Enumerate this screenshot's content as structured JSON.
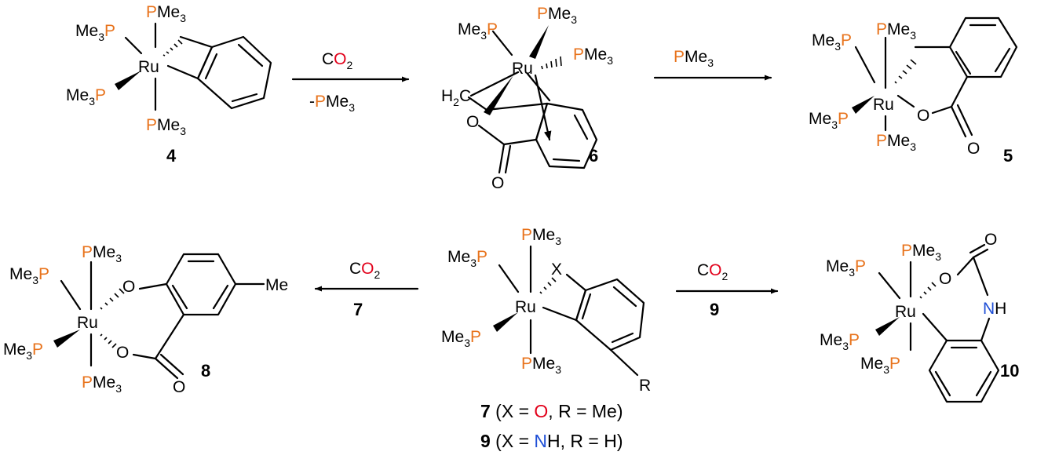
{
  "colors": {
    "phosphorus": "#e8731c",
    "oxygen": "#e2001a",
    "nitrogen": "#1f4fd6",
    "bond": "#000000"
  },
  "labels": {
    "pme3": {
      "P": "P",
      "rest": "Me",
      "sub": "3"
    },
    "me3p": {
      "pre": "Me",
      "sub": "3",
      "P": "P"
    },
    "ru": "Ru",
    "oxygen": "O",
    "nitrogen": "N",
    "h": "H",
    "me": "Me",
    "r": "R",
    "x": "X",
    "ch2": {
      "pre": "H",
      "sub": "2",
      "post": "C"
    }
  },
  "compounds": {
    "c4": {
      "number": "4"
    },
    "c6": {
      "number": "6"
    },
    "c5": {
      "number": "5"
    },
    "c8": {
      "number": "8"
    },
    "c10": {
      "number": "10"
    },
    "c7": {
      "number": "7",
      "open": " (X = ",
      "x": "O",
      "mid": ", R = Me)"
    },
    "c9": {
      "number": "9",
      "open": " (X = ",
      "x": "N",
      "xrest": "H",
      "mid": ", R = H)"
    }
  },
  "arrows": {
    "a1": {
      "above": {
        "pre": "C",
        "o": "O",
        "sub": "2"
      },
      "below": {
        "pre": "-",
        "p": "P",
        "rest": "Me",
        "sub": "3"
      }
    },
    "a2": {
      "above": {
        "p": "P",
        "rest": "Me",
        "sub": "3"
      }
    },
    "a3": {
      "above": {
        "pre": "C",
        "o": "O",
        "sub": "2"
      },
      "below": "7"
    },
    "a4": {
      "above": {
        "pre": "C",
        "o": "O",
        "sub": "2"
      },
      "below": "9"
    }
  }
}
